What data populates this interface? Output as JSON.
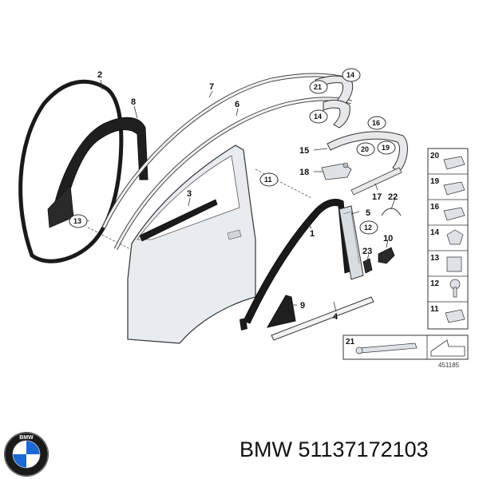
{
  "callouts": {
    "c1": "1",
    "c2": "2",
    "c3": "3",
    "c4": "4",
    "c5": "5",
    "c6": "6",
    "c7": "7",
    "c8": "8",
    "c9": "9",
    "c10": "10",
    "c11": "11",
    "c12": "12",
    "c13": "13",
    "c14a": "14",
    "c14b": "14",
    "c15": "15",
    "c16": "16",
    "c17": "17",
    "c18": "18",
    "c19": "19",
    "c20": "20",
    "c21": "21",
    "c22": "22",
    "c23": "23"
  },
  "legend": {
    "items": [
      "20",
      "19",
      "16",
      "14",
      "13",
      "12",
      "11"
    ],
    "bottom_item": "21"
  },
  "drawing_number": "451185",
  "caption": "BMW 51137172103",
  "logo": {
    "text": "BMW",
    "icon": "bmw-roundel-icon"
  },
  "colors": {
    "line": "#333333",
    "part_fill": "#f2f2f2",
    "door_fill": "#e8ecef",
    "seal": "#1a1a1a"
  }
}
